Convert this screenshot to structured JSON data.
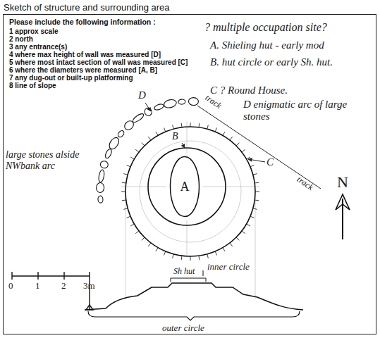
{
  "diagram": {
    "title": "Sketch of structure and surrounding area",
    "nodes": [
      {
        "text": [
          "Please include the following information :",
          "1 approx scale",
          "2 north",
          "3 any entrance(s)",
          "4 where max height of wall was measured [D]",
          "5 where most intact section of wall was measured [C]",
          "6 where the diameters were measured [A, B]",
          "7 any dug-out or built-up platforming",
          "8 line of slope"
        ]
      },
      {
        "text": [
          "A"
        ],
        "in": 0
      }
    ],
    "labels": [
      "? multiple occupation site?",
      "A. Shieling hut - early mod",
      "B. hut circle or early Sh. hut.",
      "C ? Round House.",
      "D enigmatic arc of large stones",
      "track",
      "D",
      "large stones alside NWbank arc",
      "B",
      "C",
      "track",
      "N",
      "0",
      "1",
      "2",
      "3m",
      "inner circle",
      "Sh hut",
      "outer circle"
    ]
  }
}
